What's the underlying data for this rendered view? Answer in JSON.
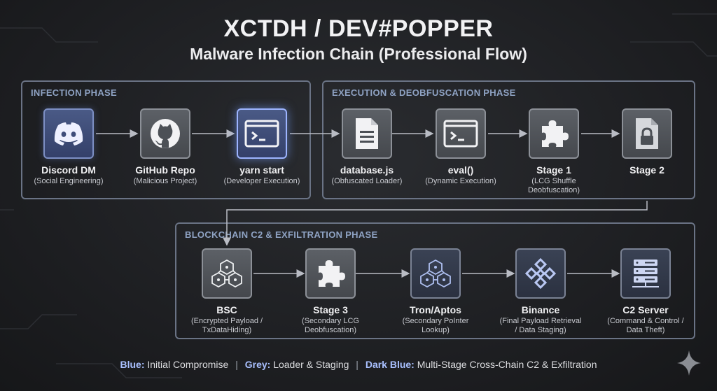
{
  "header": {
    "title": "XCTDH / DEV#POPPER",
    "subtitle": "Malware Infection Chain (Professional Flow)"
  },
  "phases": {
    "infection": {
      "title": "INFECTION PHASE"
    },
    "execution": {
      "title": "EXECUTION & DEOBFUSCATION PHASE"
    },
    "blockchain": {
      "title": "BLOCKCHAIN C2 & EXFILTRATION PHASE"
    }
  },
  "nodes": {
    "discord": {
      "label": "Discord DM",
      "sub": "(Social Engineering)",
      "icon": "discord-icon"
    },
    "github": {
      "label": "GitHub Repo",
      "sub": "(Malicious Project)",
      "icon": "github-icon"
    },
    "yarn": {
      "label": "yarn start",
      "sub": "(Developer Execution)",
      "icon": "terminal-icon"
    },
    "database": {
      "label": "database.js",
      "sub": "(Obfuscated Loader)",
      "icon": "document-icon"
    },
    "eval": {
      "label": "eval()",
      "sub": "(Dynamic Execution)",
      "icon": "terminal-icon"
    },
    "stage1": {
      "label": "Stage 1",
      "sub1": "(LCG Shuffle",
      "sub2": "Deobfuscation)",
      "icon": "puzzle-icon"
    },
    "stage2": {
      "label": "Stage 2",
      "icon": "locked-file-icon"
    },
    "bsc": {
      "label": "BSC",
      "sub1": "(Encrypted Payload /",
      "sub2": "TxDataHiding)",
      "icon": "blockchain-icon"
    },
    "stage3": {
      "label": "Stage 3",
      "sub1": "(Secondary LCG",
      "sub2": "Deobfuscation)",
      "icon": "puzzle-icon"
    },
    "tron": {
      "label": "Tron/Aptos",
      "sub1": "(Secondary PoInter",
      "sub2": "Lookup)",
      "icon": "blockchain-icon"
    },
    "binance": {
      "label": "Binance",
      "sub1": "(Final Payload Retrieval",
      "sub2": "/ Data Staging)",
      "icon": "binance-icon"
    },
    "c2": {
      "label": "C2 Server",
      "sub1": "(Command & Control /",
      "sub2": "Data Theft)",
      "icon": "server-icon"
    }
  },
  "legend": {
    "blue_key": "Blue:",
    "blue_text": "Initial Compromise",
    "grey_key": "Grey:",
    "grey_text": "Loader & Staging",
    "dark_key": "Dark Blue:",
    "dark_text": "Multi-Stage Cross-Chain C2 & Exfiltration",
    "separator": "|"
  },
  "colors": {
    "background": "#1c1d20",
    "phase_border": "#6a7385",
    "phase_title": "#8fa3c4",
    "blue_icon": "#3f4d7a",
    "grey_icon": "#52565c",
    "dark_icon": "#323a4a",
    "arrow": "#b9bcc4"
  }
}
